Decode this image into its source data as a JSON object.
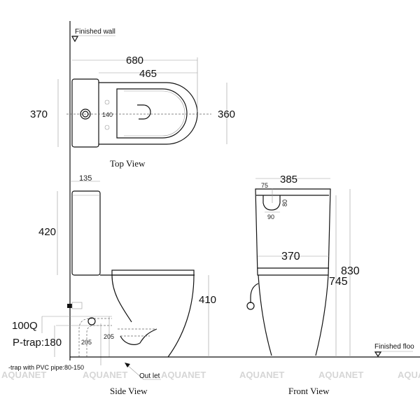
{
  "labels": {
    "finished_wall": "Finished wall",
    "finished_floor": "Finished floo",
    "top_view": "Top View",
    "side_view": "Side View",
    "front_view": "Front View",
    "outlet": "Out let",
    "ptrap_note": "-trap with PVC pipe:80-150",
    "s_trap": "100Q",
    "p_trap": "P-trap:180"
  },
  "dimensions": {
    "top": {
      "overall_length": "680",
      "bowl_length": "465",
      "tank_width": "370",
      "bowl_width": "360",
      "hole_spacing": "140"
    },
    "side": {
      "tank_depth": "135",
      "tank_height": "420",
      "seat_height": "410",
      "outlet_a": "205",
      "outlet_b": "205"
    },
    "front": {
      "top_width": "385",
      "bowl_width": "370",
      "overall_height": "830",
      "bowl_height": "745",
      "slot_offset": "75",
      "slot_depth": "80",
      "slot_width": "90"
    }
  },
  "watermark": "AQUANET",
  "colors": {
    "line": "#111111",
    "watermark": "#d6d6d6"
  }
}
